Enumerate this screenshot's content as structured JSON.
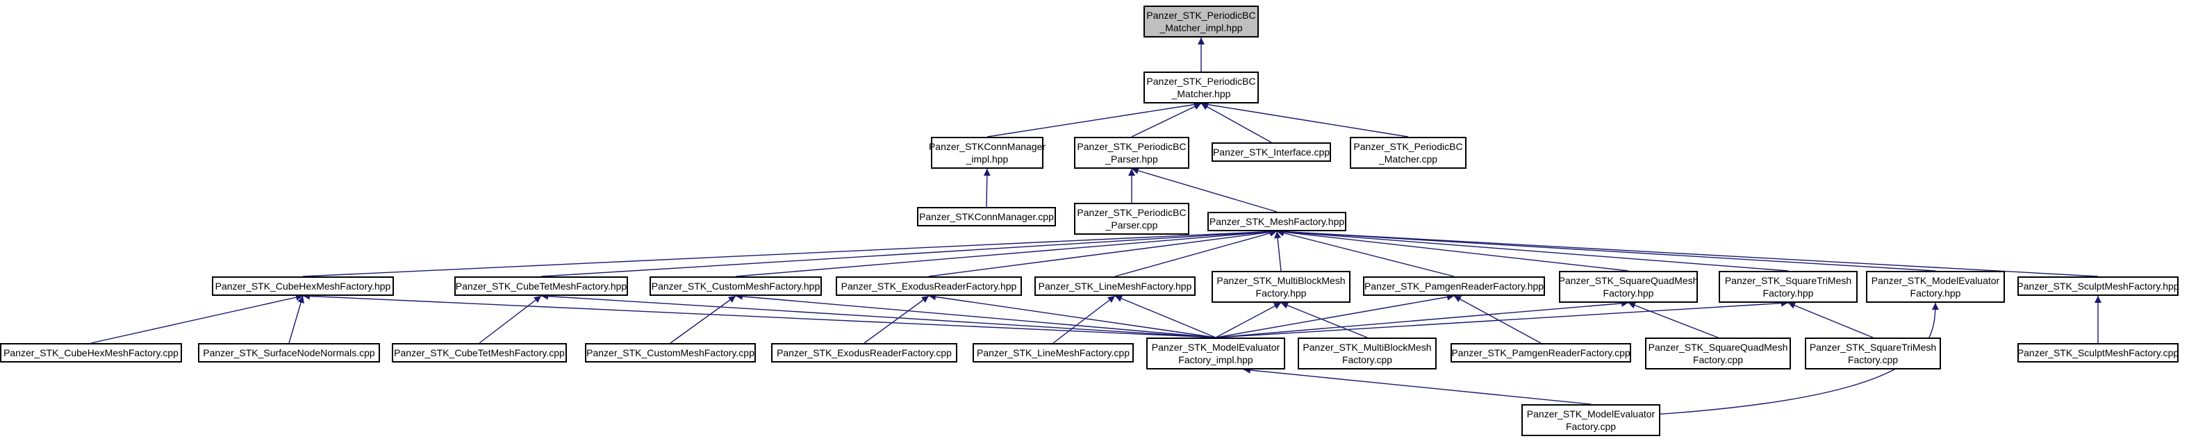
{
  "graph": {
    "colors": {
      "edge": "#191970",
      "node_border": "#000000",
      "focus_fill": "#bfbfbf",
      "node_fill": "#ffffff"
    },
    "nodes": [
      {
        "id": "impl_hpp",
        "lines": [
          "Panzer_STK_PeriodicBC",
          "_Matcher_impl.hpp"
        ],
        "focus": true
      },
      {
        "id": "matcher_hpp",
        "lines": [
          "Panzer_STK_PeriodicBC",
          "_Matcher.hpp"
        ]
      },
      {
        "id": "conn_impl",
        "lines": [
          "Panzer_STKConnManager",
          "_impl.hpp"
        ]
      },
      {
        "id": "parser_hpp",
        "lines": [
          "Panzer_STK_PeriodicBC",
          "_Parser.hpp"
        ]
      },
      {
        "id": "interface_cpp",
        "lines": [
          "Panzer_STK_Interface.cpp"
        ]
      },
      {
        "id": "matcher_cpp",
        "lines": [
          "Panzer_STK_PeriodicBC",
          "_Matcher.cpp"
        ]
      },
      {
        "id": "conn_cpp",
        "lines": [
          "Panzer_STKConnManager.cpp"
        ]
      },
      {
        "id": "parser_cpp",
        "lines": [
          "Panzer_STK_PeriodicBC",
          "_Parser.cpp"
        ]
      },
      {
        "id": "meshfactory",
        "lines": [
          "Panzer_STK_MeshFactory.hpp"
        ]
      },
      {
        "id": "cubehex",
        "lines": [
          "Panzer_STK_CubeHexMeshFactory.hpp"
        ]
      },
      {
        "id": "cubetet",
        "lines": [
          "Panzer_STK_CubeTetMeshFactory.hpp"
        ]
      },
      {
        "id": "custom",
        "lines": [
          "Panzer_STK_CustomMeshFactory.hpp"
        ]
      },
      {
        "id": "exodus",
        "lines": [
          "Panzer_STK_ExodusReaderFactory.hpp"
        ]
      },
      {
        "id": "line",
        "lines": [
          "Panzer_STK_LineMeshFactory.hpp"
        ]
      },
      {
        "id": "multiblock",
        "lines": [
          "Panzer_STK_MultiBlockMesh",
          "Factory.hpp"
        ]
      },
      {
        "id": "pamgen",
        "lines": [
          "Panzer_STK_PamgenReaderFactory.hpp"
        ]
      },
      {
        "id": "squarequad",
        "lines": [
          "Panzer_STK_SquareQuadMesh",
          "Factory.hpp"
        ]
      },
      {
        "id": "squaretri",
        "lines": [
          "Panzer_STK_SquareTriMesh",
          "Factory.hpp"
        ]
      },
      {
        "id": "modeleval",
        "lines": [
          "Panzer_STK_ModelEvaluator",
          "Factory.hpp"
        ]
      },
      {
        "id": "sculpt",
        "lines": [
          "Panzer_STK_SculptMeshFactory.hpp"
        ]
      },
      {
        "id": "cubehex_cpp",
        "lines": [
          "Panzer_STK_CubeHexMeshFactory.cpp"
        ]
      },
      {
        "id": "surfacenode_cpp",
        "lines": [
          "Panzer_STK_SurfaceNodeNormals.cpp"
        ]
      },
      {
        "id": "cubetet_cpp",
        "lines": [
          "Panzer_STK_CubeTetMeshFactory.cpp"
        ]
      },
      {
        "id": "custom_cpp",
        "lines": [
          "Panzer_STK_CustomMeshFactory.cpp"
        ]
      },
      {
        "id": "exodus_cpp",
        "lines": [
          "Panzer_STK_ExodusReaderFactory.cpp"
        ]
      },
      {
        "id": "line_cpp",
        "lines": [
          "Panzer_STK_LineMeshFactory.cpp"
        ]
      },
      {
        "id": "modeleval_impl",
        "lines": [
          "Panzer_STK_ModelEvaluator",
          "Factory_impl.hpp"
        ]
      },
      {
        "id": "multiblock_cpp",
        "lines": [
          "Panzer_STK_MultiBlockMesh",
          "Factory.cpp"
        ]
      },
      {
        "id": "pamgen_cpp",
        "lines": [
          "Panzer_STK_PamgenReaderFactory.cpp"
        ]
      },
      {
        "id": "squarequad_cpp",
        "lines": [
          "Panzer_STK_SquareQuadMesh",
          "Factory.cpp"
        ]
      },
      {
        "id": "squaretri_cpp",
        "lines": [
          "Panzer_STK_SquareTriMesh",
          "Factory.cpp"
        ]
      },
      {
        "id": "sculpt_cpp",
        "lines": [
          "Panzer_STK_SculptMeshFactory.cpp"
        ]
      },
      {
        "id": "modeleval_cpp",
        "lines": [
          "Panzer_STK_ModelEvaluator",
          "Factory.cpp"
        ]
      }
    ],
    "edges": [
      [
        "matcher_hpp",
        "impl_hpp"
      ],
      [
        "conn_impl",
        "matcher_hpp"
      ],
      [
        "parser_hpp",
        "matcher_hpp"
      ],
      [
        "interface_cpp",
        "matcher_hpp"
      ],
      [
        "matcher_cpp",
        "matcher_hpp"
      ],
      [
        "conn_cpp",
        "conn_impl"
      ],
      [
        "parser_cpp",
        "parser_hpp"
      ],
      [
        "meshfactory",
        "parser_hpp"
      ],
      [
        "cubehex",
        "meshfactory"
      ],
      [
        "cubetet",
        "meshfactory"
      ],
      [
        "custom",
        "meshfactory"
      ],
      [
        "exodus",
        "meshfactory"
      ],
      [
        "line",
        "meshfactory"
      ],
      [
        "multiblock",
        "meshfactory"
      ],
      [
        "pamgen",
        "meshfactory"
      ],
      [
        "squarequad",
        "meshfactory"
      ],
      [
        "squaretri",
        "meshfactory"
      ],
      [
        "modeleval",
        "meshfactory"
      ],
      [
        "sculpt",
        "meshfactory"
      ],
      [
        "cubehex_cpp",
        "cubehex"
      ],
      [
        "surfacenode_cpp",
        "cubehex"
      ],
      [
        "modeleval_impl",
        "cubehex"
      ],
      [
        "cubetet_cpp",
        "cubetet"
      ],
      [
        "modeleval_impl",
        "cubetet"
      ],
      [
        "custom_cpp",
        "custom"
      ],
      [
        "modeleval_impl",
        "custom"
      ],
      [
        "exodus_cpp",
        "exodus"
      ],
      [
        "modeleval_impl",
        "exodus"
      ],
      [
        "line_cpp",
        "line"
      ],
      [
        "modeleval_impl",
        "line"
      ],
      [
        "modeleval_impl",
        "multiblock"
      ],
      [
        "multiblock_cpp",
        "multiblock"
      ],
      [
        "modeleval_impl",
        "pamgen"
      ],
      [
        "pamgen_cpp",
        "pamgen"
      ],
      [
        "modeleval_impl",
        "squarequad"
      ],
      [
        "squarequad_cpp",
        "squarequad"
      ],
      [
        "modeleval_impl",
        "squaretri"
      ],
      [
        "squaretri_cpp",
        "squaretri"
      ],
      [
        "modeleval_cpp",
        "modeleval"
      ],
      [
        "sculpt_cpp",
        "sculpt"
      ],
      [
        "modeleval_cpp",
        "modeleval_impl"
      ]
    ]
  }
}
